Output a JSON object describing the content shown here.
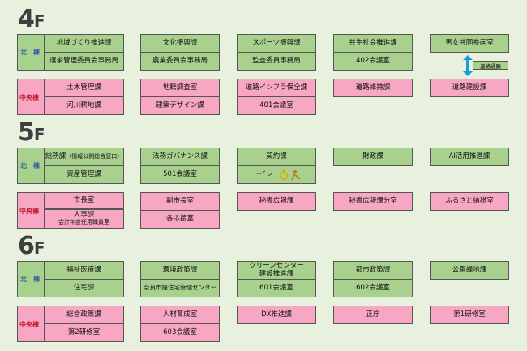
{
  "floors": [
    {
      "label": "4",
      "unit": "F"
    },
    {
      "label": "5",
      "unit": "F"
    },
    {
      "label": "6",
      "unit": "F"
    }
  ],
  "wings": {
    "north": "北　棟",
    "central": "中央棟"
  },
  "f4": {
    "n": [
      [
        "地域づくり推進課",
        "選挙管理委員会事務局"
      ],
      [
        "文化振興課",
        "農業委員会事務局"
      ],
      [
        "スポーツ振興課",
        "監査委員事務局"
      ],
      [
        "共生社会推進課",
        "402会議室"
      ],
      [
        "男女共同参画室"
      ]
    ],
    "c": [
      [
        "土木管理課",
        "河川耕地課"
      ],
      [
        "地籍調査室",
        "建築デザイン課"
      ],
      [
        "道路インフラ保全課",
        "401会議室"
      ],
      [
        "道路維持課"
      ],
      [
        "道路建設課"
      ]
    ],
    "note": "連絡通路"
  },
  "f5": {
    "n": [
      [
        "総務課",
        "（情報公開総合窓口）",
        "資産管理課"
      ],
      [
        "法務ガバナンス課",
        "501会議室"
      ],
      [
        "契約課",
        "トイレ"
      ],
      [
        "財政課"
      ],
      [
        "AI活用推進課"
      ]
    ],
    "c": [
      [
        "市長室"
      ],
      [
        "人事課",
        "会計年度任用職員室"
      ],
      [
        "副市長室",
        "各応接室"
      ],
      [
        "秘書広報課"
      ],
      [
        "秘書広報課分室"
      ],
      [
        "ふるさと納税室"
      ]
    ]
  },
  "f6": {
    "n": [
      [
        "福祉医療課",
        "住宅課"
      ],
      [
        "環境政策課",
        "奈良市提住宅管理センター"
      ],
      [
        "クリーンセンター",
        "建設推進課",
        "601会議室"
      ],
      [
        "都市政策課",
        "602会議室"
      ],
      [
        "公園緑地課"
      ]
    ],
    "c": [
      [
        "総合政策課",
        "第2研修室"
      ],
      [
        "人材育成室",
        "603会議室"
      ],
      [
        "DX推進課"
      ],
      [
        "正庁"
      ],
      [
        "第1研修室"
      ]
    ]
  },
  "colors": {
    "north": "#a9d18e",
    "central": "#f7a6c3",
    "northTag": "#2e5aa8",
    "centralTag": "#c0182d",
    "arrow": "#1e9be0"
  },
  "icons": [
    "wheelchair-icon",
    "person-icon",
    "double-arrow-icon"
  ]
}
